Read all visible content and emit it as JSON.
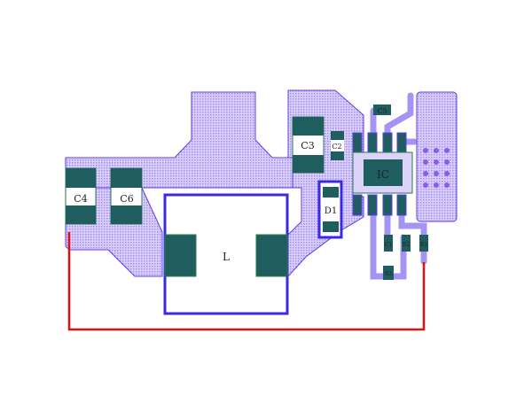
{
  "colors": {
    "pour": "#cbbcf7",
    "outline": "#5a3df0",
    "pad": "#1f5d5f",
    "trace_red": "#e01010",
    "body": "#ffffff"
  },
  "components": {
    "C4": "C4",
    "C6": "C6",
    "C3": "C3",
    "C2": "C2",
    "C5": "C5",
    "IC": "IC",
    "D1": "D1",
    "L": "L",
    "C1": "C1",
    "R1": "R1",
    "R2": "R2",
    "R3": "R3"
  }
}
